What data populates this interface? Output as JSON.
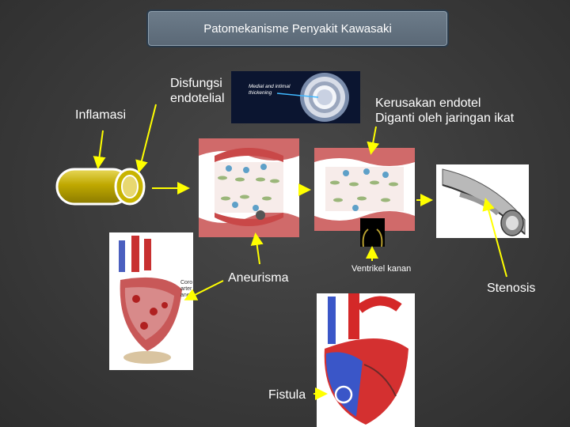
{
  "title": "Patomekanisme  Penyakit Kawasaki",
  "labels": {
    "inflamasi": "Inflamasi",
    "disfungsi_line1": "Disfungsi",
    "disfungsi_line2": "endotelial",
    "kerusakan_line1": "Kerusakan endotel",
    "kerusakan_line2": "Diganti oleh jaringan ikat",
    "aneurisma": "Aneurisma",
    "ventrikel": "Ventrikel kanan",
    "stenosis": "Stenosis",
    "fistula": "Fistula"
  },
  "inset_text": {
    "line1": "Medial and intimal",
    "line2": "thickening"
  },
  "heart_left_text": {
    "line1": "Coro",
    "line2": "arter",
    "line3": "aneu"
  },
  "colors": {
    "arrow_yellow": "#ffff00",
    "tube_gold": "#c8b400",
    "vessel_wall": "#c85050",
    "title_bg": "#637280"
  }
}
